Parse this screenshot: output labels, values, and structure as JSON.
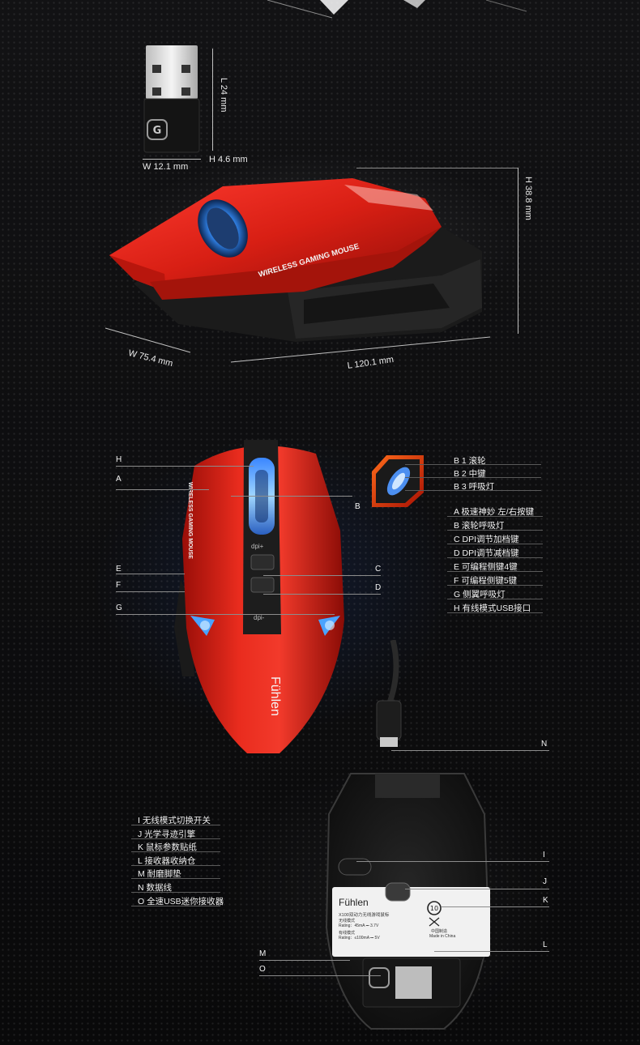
{
  "dims": {
    "dongle_length": "L 24 mm",
    "dongle_width": "W 12.1 mm",
    "dongle_height": "H 4.6 mm",
    "mouse_height": "H 38.8 mm",
    "mouse_width": "W 75.4 mm",
    "mouse_length": "L 120.1 mm"
  },
  "mouse_side_text": "WIRELESS GAMING MOUSE",
  "mouse_top": {
    "side_text": "WIRELESS GAMING MOUSE",
    "brand": "Fühlen",
    "dpi_top": "dpi+",
    "dpi_bottom": "dpi-"
  },
  "callouts_left": [
    "H",
    "A",
    "E",
    "F",
    "G"
  ],
  "callouts_right": [
    "B",
    "C",
    "D"
  ],
  "inset_items": [
    "B 1  滚轮",
    "B 2  中键",
    "B 3  呼吸灯"
  ],
  "legend_top": [
    "A  极速神妙 左/右按键",
    "B  滚轮呼吸灯",
    "C  DPI调节加档键",
    "D  DPI调节减档键",
    "E  可编程侧键4键",
    "F  可编程侧键5键",
    "G  侧翼呼吸灯",
    "H  有线模式USB接口"
  ],
  "legend_bottom": [
    "I   无线模式切换开关",
    "J   光学寻迹引擎",
    "K  鼠标参数贴纸",
    "L   接收器收纳仓",
    "M  耐磨脚垫",
    "N  数据线",
    "O  全速USB迷你接收器"
  ],
  "callouts_bottom_right": [
    "N",
    "I",
    "J",
    "K",
    "L"
  ],
  "callouts_bottom_left": [
    "M",
    "O"
  ],
  "sticker": {
    "brand": "Fühlen",
    "model": "X100双动力无线游戏鼠标",
    "mode_wireless": "无线模式",
    "rating_wireless": "Rating：45mA ⎓ 3.7V",
    "mode_wired": "有线模式",
    "rating_wired": "Rating：≤100mA ⎓ 5V",
    "made_in_cn": "中国制造",
    "made_in": "Made in China",
    "recycle": "10"
  }
}
